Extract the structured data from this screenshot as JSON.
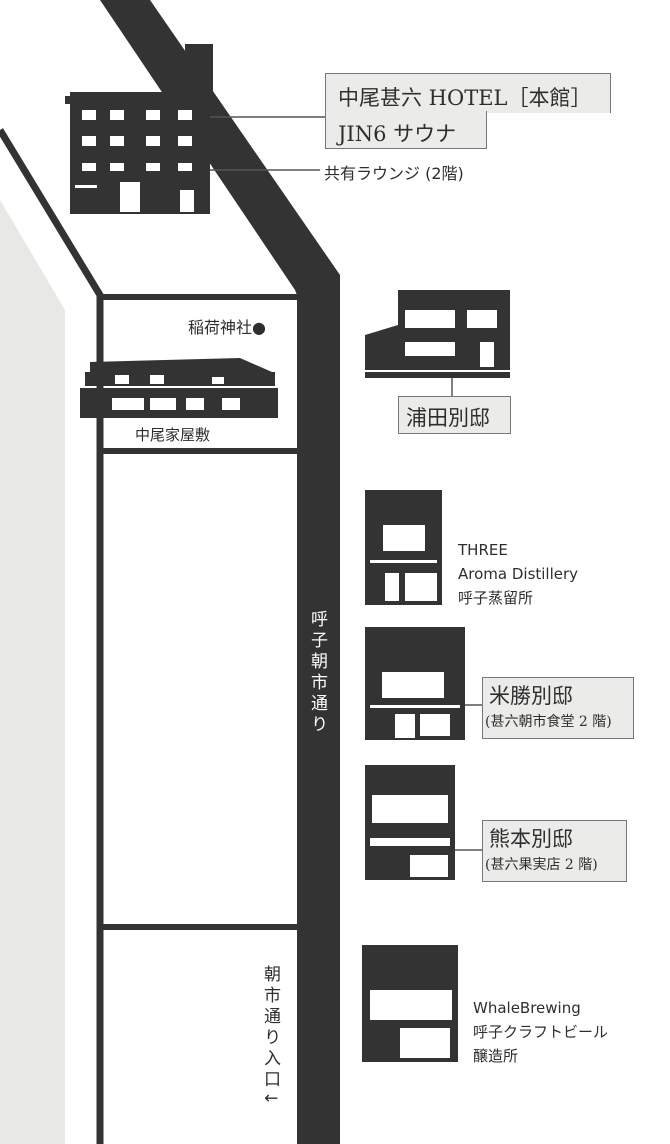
{
  "hotel": {
    "line1": "中尾甚六 HOTEL［本館］",
    "line2": "JIN6 サウナ",
    "lounge": "共有ラウンジ (2階)"
  },
  "shrine": {
    "label": "稲荷神社●"
  },
  "nakao_house": {
    "label": "中尾家屋敷"
  },
  "urata": {
    "label": "浦田別邸"
  },
  "three": {
    "line1": "THREE",
    "line2": "Aroma Distillery",
    "line3": "呼子蒸留所"
  },
  "yonekatsu": {
    "label": "米勝別邸",
    "sub": "(甚六朝市食堂 2 階)"
  },
  "kumamoto": {
    "label": "熊本別邸",
    "sub": "(甚六果実店 2 階)"
  },
  "whale": {
    "line1": "WhaleBrewing",
    "line2": "呼子クラフトビール",
    "line3": "醸造所"
  },
  "streets": {
    "main": "呼子朝市通り",
    "entrance": "朝市通り入口↓"
  },
  "colors": {
    "road": "#333333",
    "building": "#333333",
    "ground": "#e8e8e5",
    "label_box": "#ebebe9"
  }
}
